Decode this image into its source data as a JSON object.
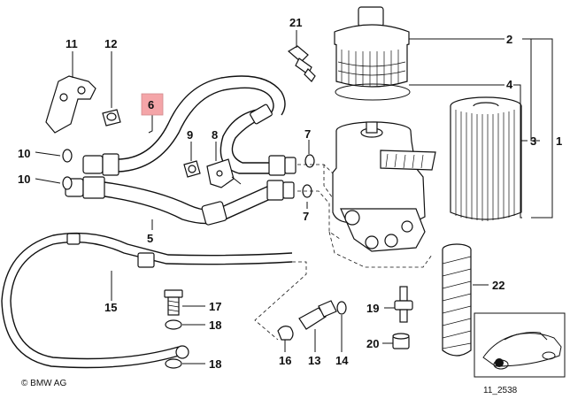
{
  "callouts": [
    {
      "id": "c1",
      "text": "1"
    },
    {
      "id": "c2",
      "text": "2"
    },
    {
      "id": "c3",
      "text": "3"
    },
    {
      "id": "c4",
      "text": "4"
    },
    {
      "id": "c5",
      "text": "5"
    },
    {
      "id": "c6",
      "text": "6",
      "highlight": true
    },
    {
      "id": "c7a",
      "text": "7"
    },
    {
      "id": "c7b",
      "text": "7"
    },
    {
      "id": "c8",
      "text": "8"
    },
    {
      "id": "c9",
      "text": "9"
    },
    {
      "id": "c10a",
      "text": "10"
    },
    {
      "id": "c10b",
      "text": "10"
    },
    {
      "id": "c11",
      "text": "11"
    },
    {
      "id": "c12",
      "text": "12"
    },
    {
      "id": "c13",
      "text": "13"
    },
    {
      "id": "c14",
      "text": "14"
    },
    {
      "id": "c15",
      "text": "15"
    },
    {
      "id": "c16",
      "text": "16"
    },
    {
      "id": "c17",
      "text": "17"
    },
    {
      "id": "c18a",
      "text": "18"
    },
    {
      "id": "c18b",
      "text": "18"
    },
    {
      "id": "c19",
      "text": "19"
    },
    {
      "id": "c20",
      "text": "20"
    },
    {
      "id": "c21",
      "text": "21"
    },
    {
      "id": "c22",
      "text": "22"
    }
  ],
  "copyright": "© BMW AG",
  "diagram_number": "11_2538",
  "colors": {
    "highlight_fill": "#f4a5a8",
    "line": "#111111"
  }
}
